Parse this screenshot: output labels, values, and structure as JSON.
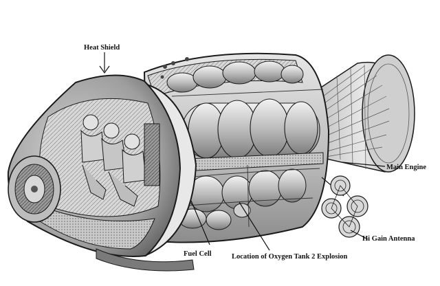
{
  "diagram": {
    "labels": {
      "heat_shield": "Heat Shield",
      "main_engine": "Main Engine",
      "hi_gain_antenna": "Hi Gain Antenna",
      "fuel_cell": "Fuel Cell",
      "oxygen_tank": "Location of Oxygen Tank 2 Explosion"
    },
    "colors": {
      "ink": "#1a1a1a",
      "shade_dark": "#6e6e6e",
      "shade_mid": "#a8a8a8",
      "shade_light": "#d6d6d6",
      "paper": "#ffffff"
    },
    "icons": [
      "arrow-down-icon"
    ]
  }
}
